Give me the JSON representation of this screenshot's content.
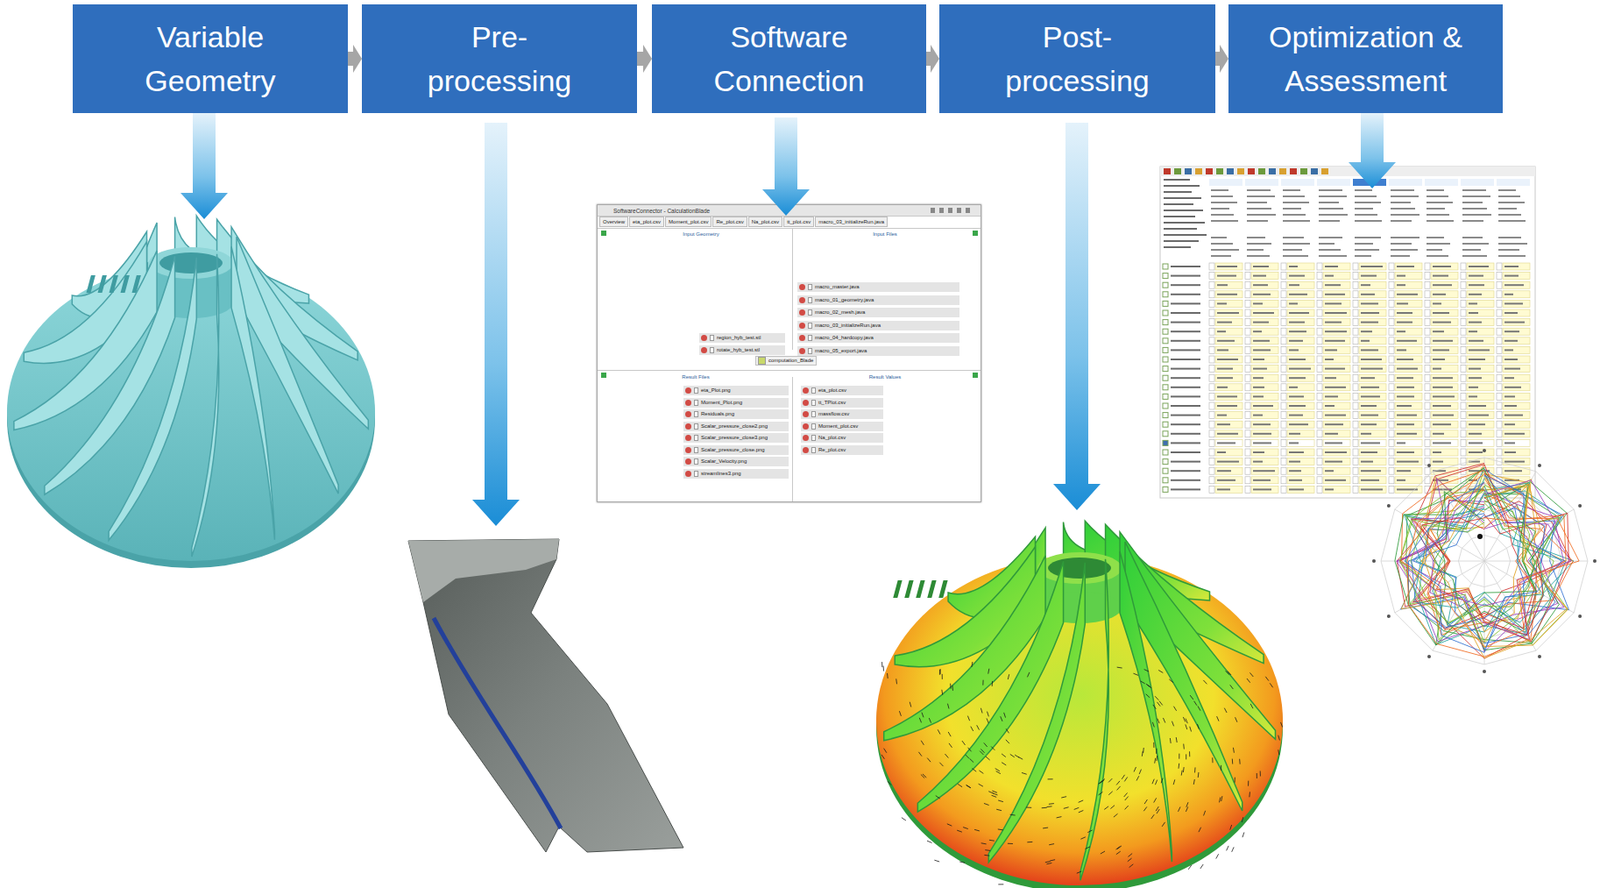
{
  "diagram": {
    "nodes": [
      {
        "text": [
          "Variable Geometry"
        ]
      },
      {
        "text": [
          "Pre- processing"
        ]
      },
      {
        "text": [
          "Software Connection"
        ]
      },
      {
        "text": [
          "Post- processing"
        ]
      },
      {
        "text": [
          "Optimization & Assessment"
        ]
      }
    ],
    "edges": [
      {
        "from": 0,
        "to": 1,
        "arrow": "to"
      },
      {
        "from": 1,
        "to": 2,
        "arrow": "to"
      },
      {
        "from": 2,
        "to": 3,
        "arrow": "to"
      },
      {
        "from": 3,
        "to": 4,
        "arrow": "to"
      }
    ],
    "labels": [
      "SoftwareConnector - CalculationBlade",
      "Overview",
      "eta_plot.csv",
      "Moment_plot.csv",
      "Re_plot.csv",
      "Na_plot.csv",
      "tt_plot.csv",
      "macro_03_initializeRun.java",
      "Input Geometry",
      "Input Files",
      "macro_master.java",
      "macro_01_geometry.java",
      "macro_02_mesh.java",
      "macro_03_initializeRun.java",
      "macro_04_hardcopy.java",
      "macro_05_export.java",
      "region_hyb_test.stl",
      "rotate_hyb_test.stl",
      "computation_Blade",
      "Result Files",
      "Result Values",
      "eta_Plot.png",
      "Moment_Plot.png",
      "Residuals.png",
      "Scalar_pressure_close2.png",
      "Scalar_pressure_close3.png",
      "Scalar_pressure_close.png",
      "Scalar_Velocity.png",
      "streamlines3.png",
      "eta_plot.csv",
      "tt_TPlot.csv",
      "massflow.csv",
      "Moment_plot.csv",
      "Na_plot.csv",
      "Re_plot.csv"
    ]
  }
}
